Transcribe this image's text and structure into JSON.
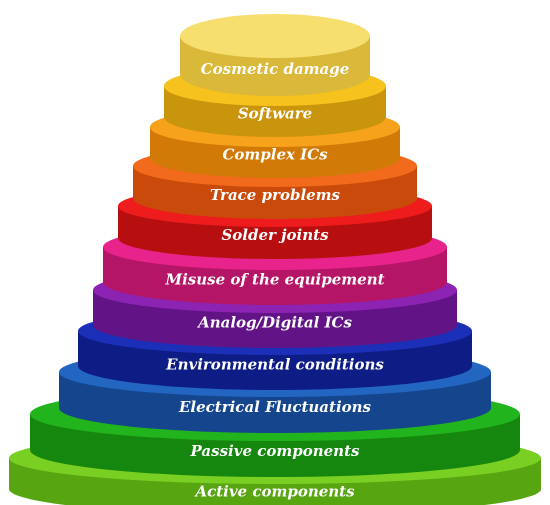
{
  "diagram": {
    "tiers": [
      {
        "label": "Cosmetic damage",
        "color": "#f7df6f",
        "side_color": "#d9b83a"
      },
      {
        "label": "Software",
        "color": "#f6c21d",
        "side_color": "#c9950c"
      },
      {
        "label": "Complex ICs",
        "color": "#f7a21b",
        "side_color": "#d27a08"
      },
      {
        "label": "Trace problems",
        "color": "#f26a1b",
        "side_color": "#c94a0a"
      },
      {
        "label": "Solder joints",
        "color": "#ee1c1c",
        "side_color": "#b70f0f"
      },
      {
        "label": "Misuse of the equipement",
        "color": "#e8238b",
        "side_color": "#b51566"
      },
      {
        "label": "Analog/Digital ICs",
        "color": "#8d23b3",
        "side_color": "#621487"
      },
      {
        "label": "Environmental conditions",
        "color": "#1c2fb8",
        "side_color": "#0e1c85"
      },
      {
        "label": "Electrical Fluctuations",
        "color": "#2266c2",
        "side_color": "#15468d"
      },
      {
        "label": "Passive components",
        "color": "#22b41d",
        "side_color": "#15870f"
      },
      {
        "label": "Active components",
        "color": "#79cf22",
        "side_color": "#58a512"
      }
    ]
  }
}
